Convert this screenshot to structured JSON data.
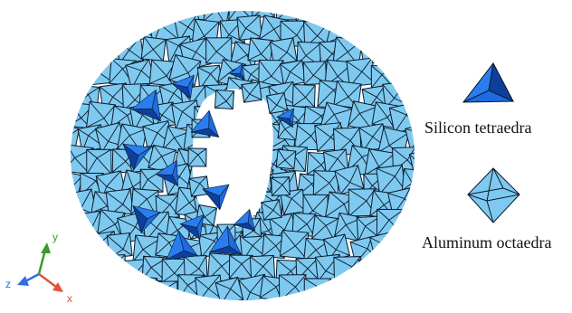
{
  "legend": {
    "tetra_label": "Silicon tetraedra",
    "octa_label": "Aluminum octaedra"
  },
  "axes": {
    "x": "x",
    "y": "y",
    "z": "z"
  },
  "colors": {
    "octahedron_fill": "#7ec9f0",
    "octahedron_stroke": "#0b1a2a",
    "tetrahedron_fill": "#1f6ae0",
    "tetrahedron_dark": "#0f3f9c",
    "axis_x": "#e0533a",
    "axis_y": "#3c9a2f",
    "axis_z": "#2f6fe0"
  }
}
